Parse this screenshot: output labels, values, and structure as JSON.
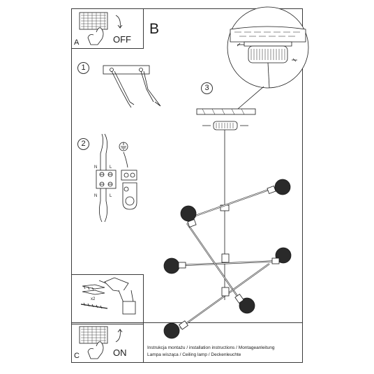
{
  "panel_a": {
    "letter": "A",
    "switch_state": "OFF",
    "icon": "fuse-box-switch-icon"
  },
  "panel_b": {
    "letter": "B"
  },
  "panel_c": {
    "letter": "C",
    "switch_state": "ON",
    "icon": "fuse-box-switch-icon"
  },
  "steps": [
    {
      "number": "1",
      "description_icon": "wire-strip-icon"
    },
    {
      "number": "2",
      "description_icon": "terminal-block-icon",
      "labels": [
        "N",
        "L",
        "N",
        "L"
      ]
    },
    {
      "number": "3",
      "description_icon": "ceiling-mount-icon"
    }
  ],
  "tools": {
    "anchor_count": "x2",
    "icons": [
      "wall-plug-icon",
      "drill-icon",
      "screw-icon"
    ]
  },
  "footer": {
    "line1": "Instrukcja montażu / installation instructions / Montageanleitung",
    "line2": "Lampa wisząca / Ceiling lamp  / Deckenleuchte"
  },
  "colors": {
    "line": "#1a1a1a",
    "frame": "#3a3a3a",
    "bg": "#ffffff"
  }
}
